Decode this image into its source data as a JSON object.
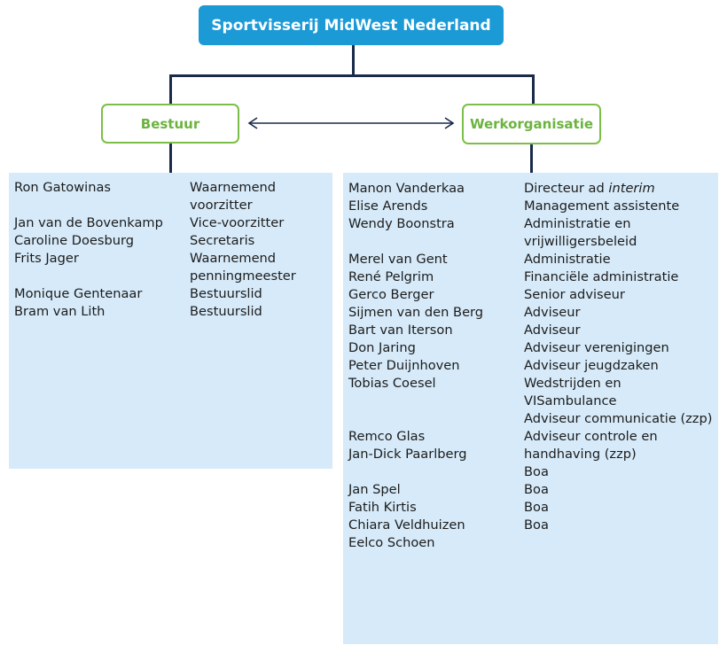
{
  "organization": {
    "title": "Sportvisserij MidWest Nederland"
  },
  "bestuur": {
    "label": "Bestuur",
    "members": [
      {
        "name": "Ron Gatowinas",
        "role": [
          "Waarnemend",
          "voorzitter"
        ]
      },
      {
        "name": "Jan van de Bovenkamp",
        "role": [
          "Vice-voorzitter"
        ]
      },
      {
        "name": "Caroline Doesburg",
        "role": [
          "Secretaris"
        ]
      },
      {
        "name": "Frits Jager",
        "role": [
          "Waarnemend",
          "penningmeester"
        ]
      },
      {
        "name": "Monique Gentenaar",
        "role": [
          "Bestuurslid"
        ]
      },
      {
        "name": "Bram van Lith",
        "role": [
          "Bestuurslid"
        ]
      }
    ]
  },
  "werkorganisatie": {
    "label": "Werkorganisatie",
    "director_role_prefix": "Directeur a",
    "director_role_suffix": "d ",
    "director_role_italic": "interim",
    "members": [
      {
        "name": "Manon Vanderkaa",
        "role": [
          "Directeur ad interim"
        ]
      },
      {
        "name": "Elise Arends",
        "role": [
          "Management assistente"
        ]
      },
      {
        "name": "Wendy Boonstra",
        "role": [
          "Administratie en",
          "vrijwilligersbeleid"
        ]
      },
      {
        "name": "Merel van Gent",
        "role": [
          "Administratie"
        ]
      },
      {
        "name": "René Pelgrim",
        "role": [
          "Financiële administratie"
        ]
      },
      {
        "name": "Gerco Berger",
        "role": [
          "Senior adviseur"
        ]
      },
      {
        "name": "Sijmen van den Berg",
        "role": [
          "Adviseur"
        ]
      },
      {
        "name": "Bart van Iterson",
        "role": [
          "Adviseur"
        ]
      },
      {
        "name": "Don Jaring",
        "role": [
          "Adviseur verenigingen"
        ]
      },
      {
        "name": "Peter Duijnhoven",
        "role": [
          "Adviseur jeugdzaken"
        ]
      },
      {
        "name": "Tobias Coesel",
        "role": [
          "Wedstrijden en",
          "VISambulance"
        ]
      },
      {
        "name": "Remco Glas",
        "role": [
          "Adviseur communicatie (zzp)"
        ]
      },
      {
        "name": "Jan-Dick Paarlberg",
        "role": [
          "Adviseur controle en",
          "handhaving (zzp)"
        ]
      },
      {
        "name": "Jan Spel",
        "role": [
          "Boa"
        ]
      },
      {
        "name": "Fatih Kirtis",
        "role": [
          "Boa"
        ]
      },
      {
        "name": "Chiara Veldhuizen",
        "role": [
          "Boa"
        ]
      },
      {
        "name": "Eelco Schoen",
        "role": [
          "Boa"
        ]
      }
    ]
  },
  "colors": {
    "title_box": "#1b9ad6",
    "green": "#7cbf48",
    "panel": "#d6eaf9",
    "line": "#1a2a4a"
  }
}
